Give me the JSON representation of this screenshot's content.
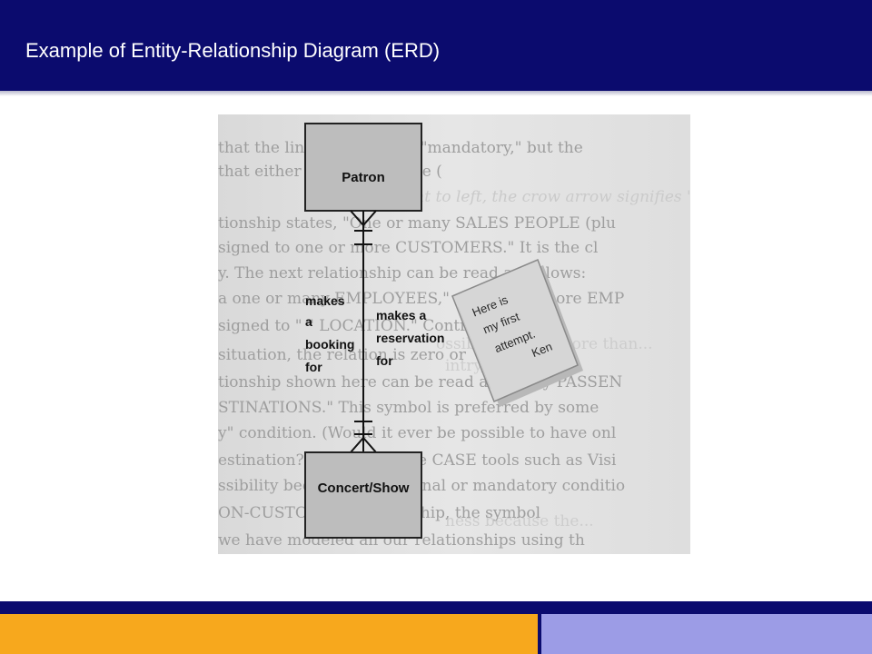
{
  "slide": {
    "title": "Example of Entity-Relationship Diagram (ERD)"
  },
  "diagram": {
    "entities": {
      "top": "Patron",
      "bottom": "Concert/Show"
    },
    "relationship_left": [
      "makes",
      "a",
      "booking",
      "for"
    ],
    "relationship_right": [
      "makes a",
      "reservation",
      "for"
    ]
  },
  "note": {
    "lines": [
      "Here is",
      "my first",
      "attempt.",
      "Ken"
    ]
  },
  "background_text": {
    "lines": [
      "that the line is written as \"mandatory,\" but the",
      "that either no maintenance (",
      "tionship states, \"One or many SALES PEOPLE (plu",
      "signed to one or more CUSTOMERS.\" It is the cl",
      "y. The next relationship can be read as follows:",
      "a one or many EMPLOYEES,\" or \"One or more EMP",
      "signed to \"   \" LOCATION.\" Contrast, the I an",
      "situation, the relation is zero or",
      "tionship shown here can be read as \"Many PASSEN",
      "STINATIONS.\" This symbol is preferred by some",
      "y\" condition. (Would it ever be possible to have onl",
      "estination?) Even so, some CASE tools such as Visi",
      "ssibility because the optional or mandatory conditio",
      "ON-CUSTOMER relationship, the symbol",
      "we have modeled all our relationships using th"
    ],
    "faint_lines": [
      "ight to left, the crow arrow signifies \"Many EMPLO",
      "ossible to have more than...",
      "intry, however...",
      "ness because the..."
    ]
  },
  "colors": {
    "header": "#0b0b6e",
    "footer_orange": "#f7a81d",
    "footer_blue": "#9c9ce6",
    "entity_fill": "#bdbdbd",
    "scan_bg": "#e3e3e3"
  }
}
